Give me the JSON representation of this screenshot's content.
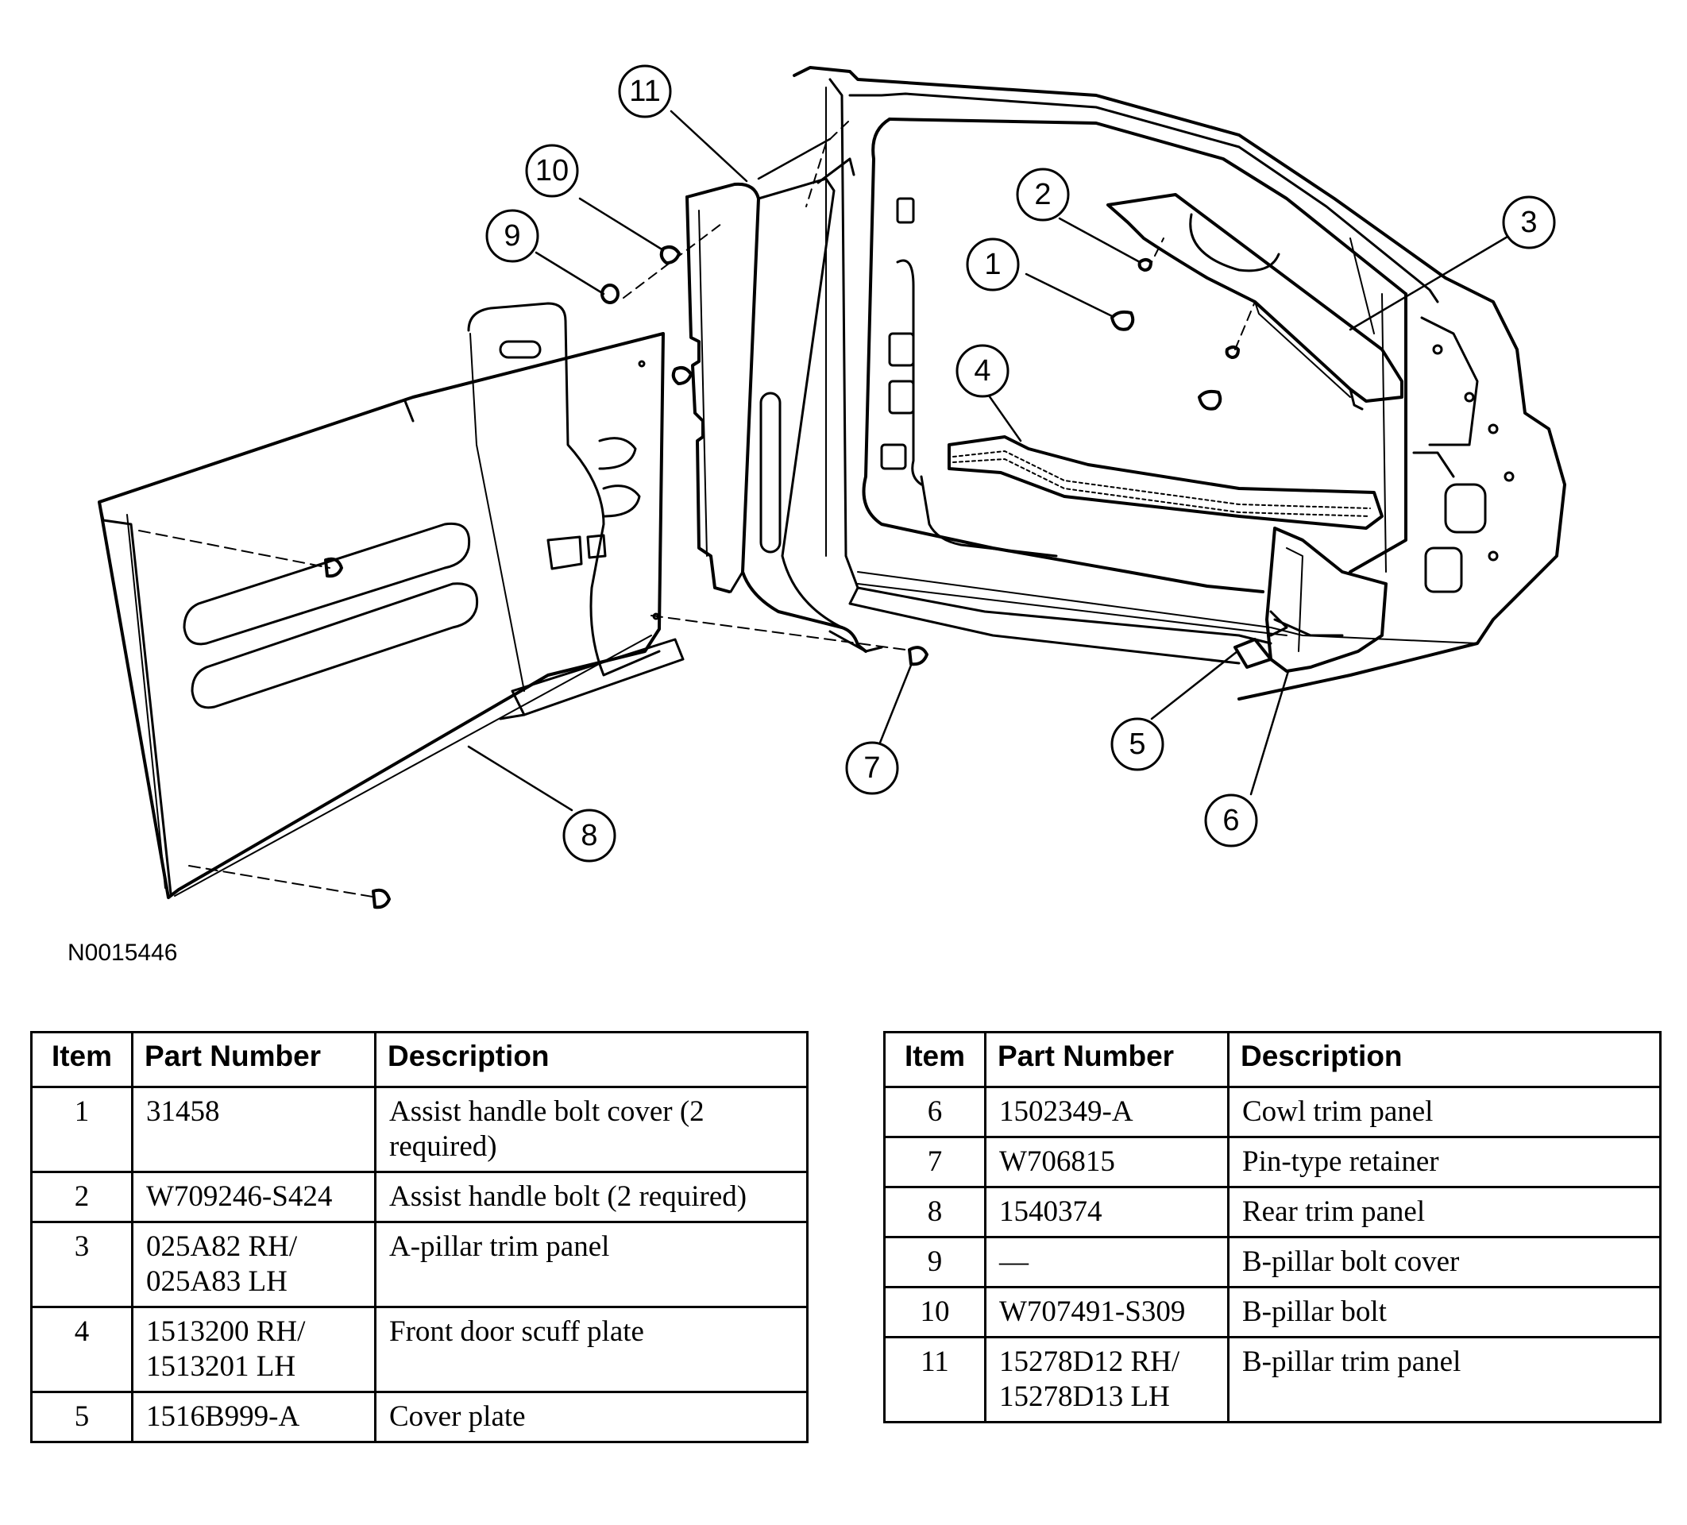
{
  "figure_id": "N0015446",
  "callouts": [
    {
      "num": "1"
    },
    {
      "num": "2"
    },
    {
      "num": "3"
    },
    {
      "num": "4"
    },
    {
      "num": "5"
    },
    {
      "num": "6"
    },
    {
      "num": "7"
    },
    {
      "num": "8"
    },
    {
      "num": "9"
    },
    {
      "num": "10"
    },
    {
      "num": "11"
    }
  ],
  "table_headers": {
    "item": "Item",
    "part": "Part Number",
    "desc": "Description"
  },
  "rows_left": [
    {
      "item": "1",
      "part": "31458",
      "desc": "Assist handle bolt cover (2 required)"
    },
    {
      "item": "2",
      "part": "W709246-S424",
      "desc": "Assist handle bolt (2 required)"
    },
    {
      "item": "3",
      "part": "025A82 RH/ 025A83 LH",
      "desc": "A-pillar trim panel"
    },
    {
      "item": "4",
      "part": "1513200 RH/ 1513201 LH",
      "desc": "Front door scuff plate"
    },
    {
      "item": "5",
      "part": "1516B999-A",
      "desc": "Cover plate"
    }
  ],
  "rows_right": [
    {
      "item": "6",
      "part": "1502349-A",
      "desc": "Cowl trim panel"
    },
    {
      "item": "7",
      "part": "W706815",
      "desc": "Pin-type retainer"
    },
    {
      "item": "8",
      "part": "1540374",
      "desc": "Rear trim panel"
    },
    {
      "item": "9",
      "part": "—",
      "desc": "B-pillar bolt cover"
    },
    {
      "item": "10",
      "part": "W707491-S309",
      "desc": "B-pillar bolt"
    },
    {
      "item": "11",
      "part": "15278D12 RH/ 15278D13 LH",
      "desc": "B-pillar trim panel"
    }
  ]
}
